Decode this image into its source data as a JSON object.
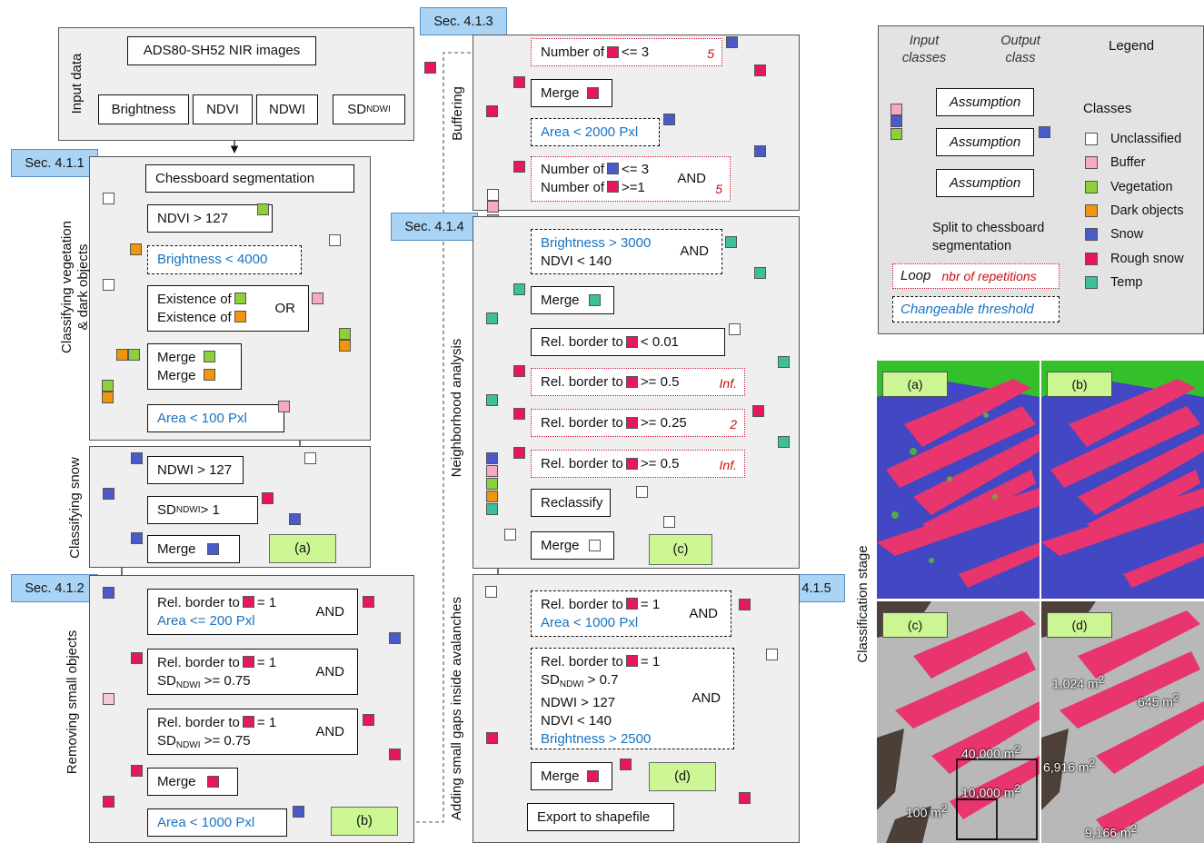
{
  "colors": {
    "unclassified": "#ffffff",
    "buffer": "#f7a8c4",
    "vegetation": "#8dd13a",
    "dark_objects": "#f0950c",
    "snow": "#4a5bc9",
    "rough_snow": "#ea1560",
    "temp": "#3dbf9c",
    "section_tag": "#a9d4f5",
    "stage_label": "#ccf593",
    "threshold_blue": "#1673c2",
    "loop_red": "#c81010"
  },
  "input": {
    "title": "Input data",
    "source": "ADS80-SH52 NIR images",
    "layers": [
      "Brightness",
      "NDVI",
      "NDWI",
      "SD"
    ],
    "sd_sub": "NDWI"
  },
  "sections": {
    "s411": "Sec. 4.1.1",
    "s412": "Sec. 4.1.2",
    "s413": "Sec. 4.1.3",
    "s414": "Sec. 4.1.4",
    "s415": "Sec. 4.1.5"
  },
  "veg": {
    "title_line1": "Classifying vegetation",
    "title_line2": "& dark objects",
    "chessboard": "Chessboard segmentation",
    "ndvi": "NDVI > 127",
    "brightness": "Brightness < 4000",
    "existence1": "Existence of",
    "existence2": "Existence of",
    "or": "OR",
    "merge1": "Merge",
    "merge2": "Merge",
    "area": "Area < 100 Pxl"
  },
  "snow": {
    "title": "Classifying snow",
    "ndwi": "NDWI > 127",
    "sd_prefix": "SD",
    "sd_sub": "NDWI",
    "sd_suffix": " > 1",
    "merge": "Merge",
    "stage": "(a)"
  },
  "small": {
    "title": "Removing small objects",
    "c1_line1_a": "Rel. border to",
    "c1_line1_b": "= 1",
    "c1_line2": "Area <= 200 Pxl",
    "c2_line1_a": "Rel. border to",
    "c2_line1_b": "= 1",
    "c2_sd": "SD",
    "c2_sub": "NDWI",
    "c2_tail": " >= 0.75",
    "c3_line1_a": "Rel. border to",
    "c3_line1_b": "= 1",
    "c3_sd": "SD",
    "c3_sub": "NDWI",
    "c3_tail": " >= 0.75",
    "and": "AND",
    "merge": "Merge",
    "area": "Area < 1000 Pxl",
    "stage": "(b)"
  },
  "buffer": {
    "title": "Buffering",
    "num1_a": "Number of",
    "num1_b": "<= 3",
    "num1_rep": "5",
    "merge": "Merge",
    "area": "Area < 2000 Pxl",
    "num2_l1a": "Number of",
    "num2_l1b": "<= 3",
    "num2_l2a": "Number of",
    "num2_l2b": ">=1",
    "and": "AND",
    "num2_rep": "5"
  },
  "neigh": {
    "title": "Neighborhood analysis",
    "bright": "Brightness > 3000",
    "ndvi": "NDVI < 140",
    "and": "AND",
    "merge": "Merge",
    "rel1_a": "Rel. border to",
    "rel1_b": "< 0.01",
    "rel2_a": "Rel. border to",
    "rel2_b": ">= 0.5",
    "rel2_rep": "Inf.",
    "rel3_a": "Rel. border to",
    "rel3_b": ">= 0.25",
    "rel3_rep": "2",
    "rel4_a": "Rel. border to",
    "rel4_b": ">= 0.5",
    "rel4_rep": "Inf.",
    "reclassify": "Reclassify",
    "merge2": "Merge",
    "stage": "(c)"
  },
  "gaps": {
    "title": "Adding small gaps inside avalanches",
    "c1_a": "Rel. border to",
    "c1_b": "= 1",
    "c1_l2": "Area < 1000 Pxl",
    "c2_a": "Rel. border to",
    "c2_b": "= 1",
    "c2_sd": "SD",
    "c2_sub": "NDWI",
    "c2_sd_tail": " > 0.7",
    "c2_ndwi": "NDWI > 127",
    "c2_ndvi": "NDVI < 140",
    "c2_bright": "Brightness > 2500",
    "and": "AND",
    "merge": "Merge",
    "stage": "(d)",
    "export": "Export to shapefile"
  },
  "legend": {
    "input_classes_1": "Input",
    "input_classes_2": "classes",
    "output_class_1": "Output",
    "output_class_2": "class",
    "legend_title": "Legend",
    "assumption": "Assumption",
    "classes_title": "Classes",
    "split_1": "Split to chessboard",
    "split_2": "segmentation",
    "loop": "Loop",
    "loop_reps": "nbr of repetitions",
    "changeable": "Changeable threshold",
    "classes": [
      {
        "name": "Unclassified",
        "color": "#ffffff"
      },
      {
        "name": "Buffer",
        "color": "#f7a8c4"
      },
      {
        "name": "Vegetation",
        "color": "#8dd13a"
      },
      {
        "name": "Dark objects",
        "color": "#f0950c"
      },
      {
        "name": "Snow",
        "color": "#4a5bc9"
      },
      {
        "name": "Rough snow",
        "color": "#ea1560"
      },
      {
        "name": "Temp",
        "color": "#3dbf9c"
      }
    ]
  },
  "stage": {
    "title": "Classification stage",
    "labels": [
      "(a)",
      "(b)",
      "(c)",
      "(d)"
    ],
    "c_areas": [
      "40,000 m",
      "10,000 m",
      "100 m"
    ],
    "d_areas": [
      "1,024 m",
      "645 m",
      "6,916 m",
      "9,166 m"
    ],
    "sup": "2"
  }
}
